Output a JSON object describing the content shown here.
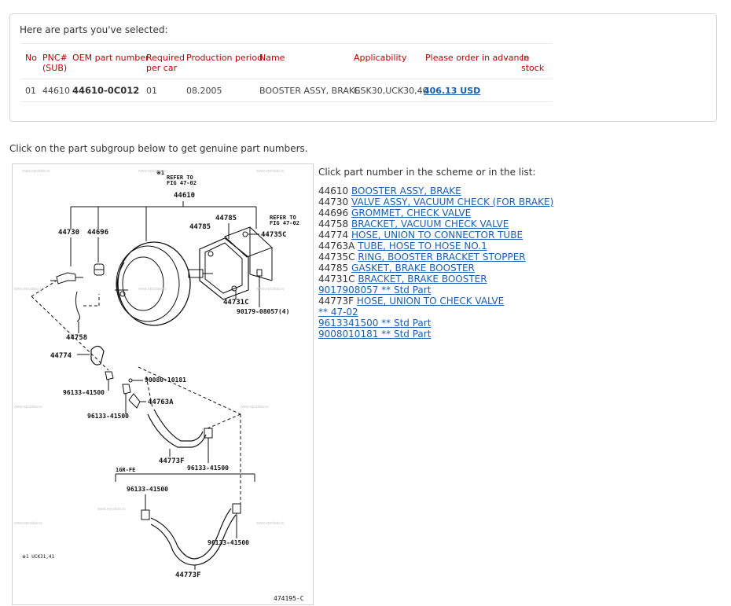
{
  "selected": {
    "heading": "Here are parts you've selected:",
    "columns": {
      "no": "No",
      "pnc": "PNC#",
      "pnc_sub": "(SUB)",
      "oem": "OEM part number",
      "required": "Required",
      "required2": "per car",
      "period": "Production period",
      "name": "Name",
      "applicability": "Applicability",
      "order": "Please order in advance",
      "stock": "In stock"
    },
    "row": {
      "no": "01",
      "pnc": "44610",
      "oem": "44610-0C012",
      "required": "01",
      "period": "08.2005",
      "name": "BOOSTER ASSY, BRAKE",
      "applicability": "GSK30,UCK30,40",
      "price": "406.13 USD"
    }
  },
  "subgroup_hint": "Click on the part subgroup below to get genuine part numbers.",
  "list": {
    "title": "Click part number in the scheme or in the list:",
    "items": [
      {
        "pnc": "44610",
        "label": "BOOSTER ASSY, BRAKE"
      },
      {
        "pnc": "44730",
        "label": "VALVE ASSY, VACUUM CHECK (FOR BRAKE)"
      },
      {
        "pnc": "44696",
        "label": "GROMMET, CHECK VALVE"
      },
      {
        "pnc": "44758",
        "label": "BRACKET, VACUUM CHECK VALVE"
      },
      {
        "pnc": "44774",
        "label": "HOSE, UNION TO CONNECTOR TUBE"
      },
      {
        "pnc": "44763A",
        "label": "TUBE, HOSE TO HOSE NO.1"
      },
      {
        "pnc": "44735C",
        "label": "RING, BOOSTER BRACKET STOPPER"
      },
      {
        "pnc": "44785",
        "label": "GASKET, BRAKE BOOSTER"
      },
      {
        "pnc": "44731C",
        "label": "BRACKET, BRAKE BOOSTER"
      },
      {
        "pnc": "",
        "label": "9017908057 ** Std Part"
      },
      {
        "pnc": "44773F",
        "label": "HOSE, UNION TO CHECK VALVE"
      },
      {
        "pnc": "",
        "label": "** 47-02"
      },
      {
        "pnc": "",
        "label": "9613341500 ** Std Part"
      },
      {
        "pnc": "",
        "label": "9008010181 ** Std Part"
      }
    ]
  },
  "diagram": {
    "labels": {
      "refer1": "REFER TO",
      "refer1b": "FIG 47-02",
      "mark1": "※1",
      "main": "44610",
      "refer2": "REFER TO",
      "refer2b": "FIG 47-02",
      "p44785a": "44785",
      "p44785b": "44785",
      "p44730": "44730",
      "p44696": "44696",
      "p44735c": "44735C",
      "p44731c": "44731C",
      "p90179": "90179-08057(4)",
      "p44758": "44758",
      "p44774": "44774",
      "p90080": "90080-10181",
      "p96133a": "96133-41500",
      "p44763a": "44763A",
      "p96133b": "96133-41500",
      "p44773fa": "44773F",
      "p96133c": "96133-41500",
      "engine": "1GR-FE",
      "p96133d": "96133-41500",
      "p96133e": "96133-41500",
      "p44773fb": "44773F",
      "note": "※1 UCK31,41",
      "code": "474195-C"
    }
  }
}
